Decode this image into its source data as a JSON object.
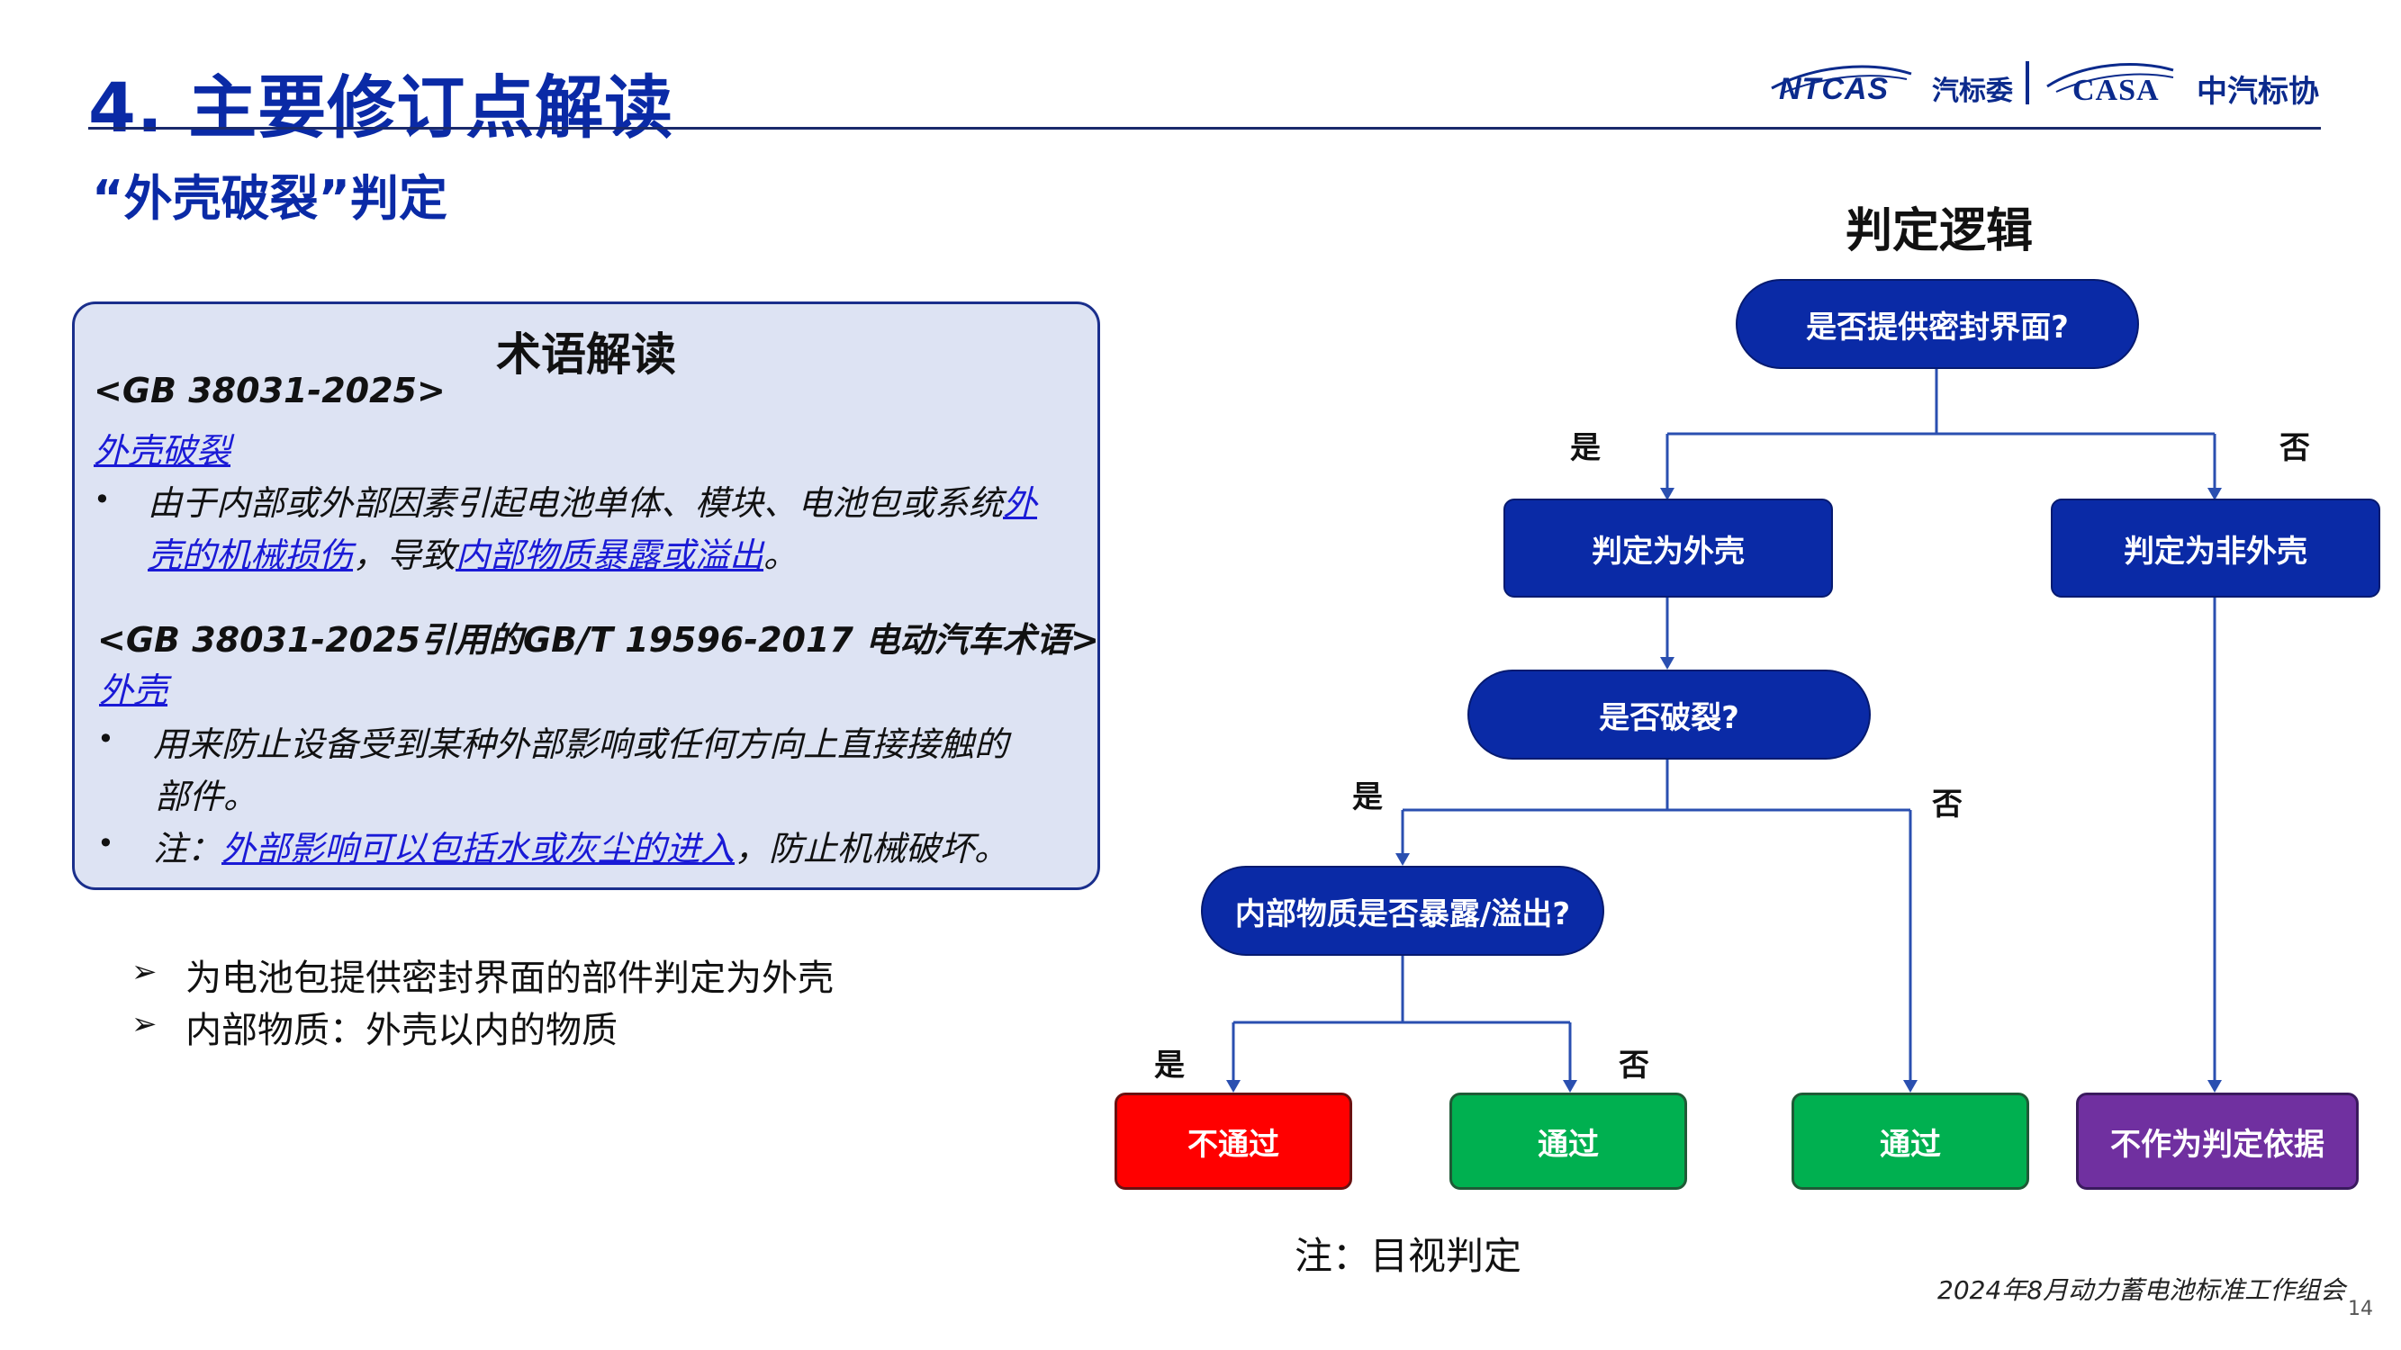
{
  "header": {
    "title": "4. 主要修订点解读",
    "subtitle": "“外壳破裂”判定",
    "logo_left_en": "NTCAS",
    "logo_left_cn": "汽标委",
    "logo_right_en": "CASA",
    "logo_right_cn": "中汽标协"
  },
  "terms": {
    "title": "术语解读",
    "ref1": "<GB 38031-2025>",
    "term1": "外壳破裂",
    "def1_a": "由于内部或外部因素引起电池单体、模块、电池包或系统",
    "def1_link1_a": "外",
    "def1_link1_b": "壳的机械损伤",
    "def1_b": "，导致",
    "def1_link2": "内部物质暴露或溢出",
    "def1_c": "。",
    "ref2": "<GB 38031-2025引用的GB/T 19596-2017 电动汽车术语>",
    "term2": "外壳",
    "def2_a": "用来防止设备受到某种外部影响或任何方向上直接接触的",
    "def2_b": "部件。",
    "note_prefix": "注：",
    "note_link": "外部影响可以包括水或灰尘的进入",
    "note_suffix": "，防止机械破坏。",
    "bullet": "•"
  },
  "notes": {
    "arrow": "➢",
    "items": [
      "为电池包提供密封界面的部件判定为外壳",
      "内部物质：外壳以内的物质"
    ]
  },
  "flow": {
    "title": "判定逻辑",
    "q1": "是否提供密封界面?",
    "yes": "是",
    "no": "否",
    "shell": "判定为外壳",
    "non_shell": "判定为非外壳",
    "q2": "是否破裂?",
    "q3": "内部物质是否暴露/溢出?",
    "fail": "不通过",
    "pass1": "通过",
    "pass2": "通过",
    "not_basis": "不作为判定依据",
    "note": "注：目视判定",
    "colors": {
      "blue": "#0a2aa6",
      "red": "#ff0000",
      "green": "#00b050",
      "purple": "#7030a0"
    }
  },
  "footer": {
    "org": "2024年8月动力蓄电池标准工作组会",
    "page": "14"
  }
}
